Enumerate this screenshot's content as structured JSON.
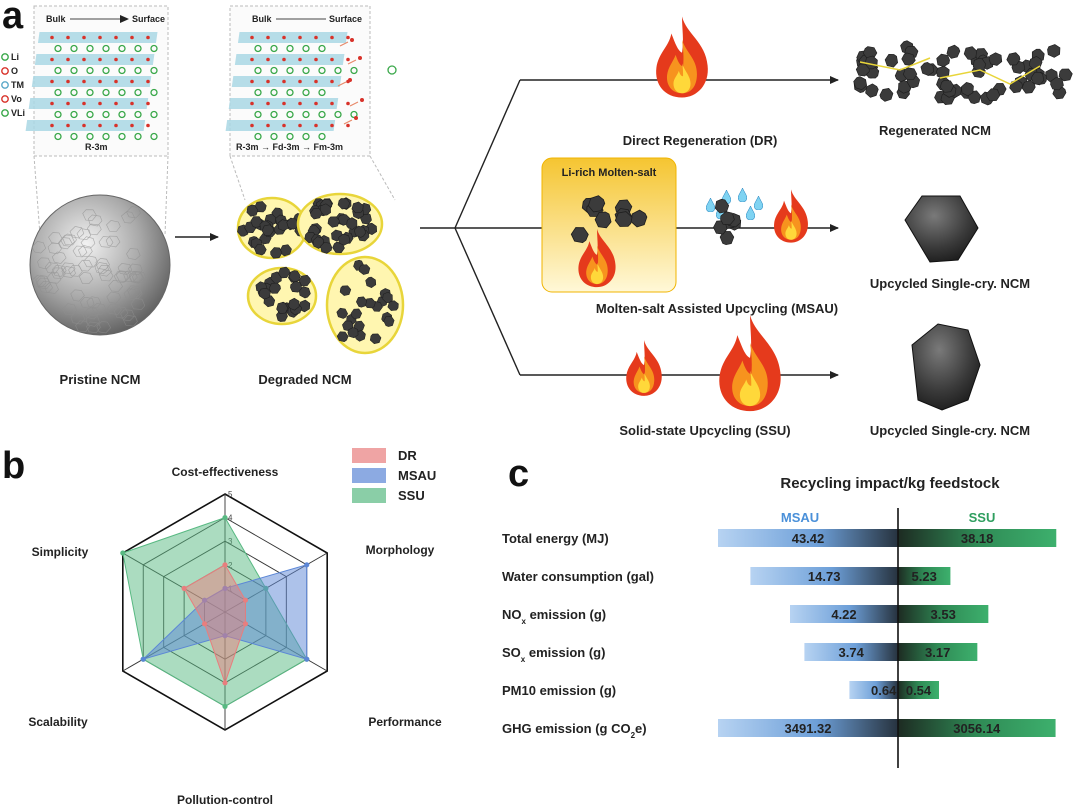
{
  "panels": {
    "a": "a",
    "b": "b",
    "c": "c"
  },
  "crystal": {
    "left": {
      "bulk": "Bulk",
      "surface": "Surface",
      "phase": "R-3m"
    },
    "right": {
      "bulk": "Bulk",
      "surface": "Surface",
      "phase": "R-3m → Fd-3m → Fm-3m"
    }
  },
  "legend_atoms": [
    {
      "symbol": "Li",
      "color": "#3aa84a"
    },
    {
      "symbol": "O",
      "color": "#d8322a"
    },
    {
      "symbol": "TM",
      "color": "#5aa8c8"
    },
    {
      "symbol": "Vo",
      "color": "#d8322a"
    },
    {
      "symbol": "VLi",
      "color": "#3aa84a"
    }
  ],
  "flow": {
    "pristine": "Pristine NCM",
    "degraded": "Degraded NCM",
    "dr_label": "Direct Regeneration (DR)",
    "dr_product": "Regenerated NCM",
    "molten_box": "Li-rich Molten-salt",
    "msau_label": "Molten-salt Assisted Upcycling (MSAU)",
    "msau_product": "Upcycled Single-cry. NCM",
    "ssu_label": "Solid-state Upcycling (SSU)",
    "ssu_product": "Upcycled Single-cry. NCM"
  },
  "chart_data": [
    {
      "type": "radar",
      "axes": [
        "Cost-effectiveness",
        "Morphology",
        "Performance",
        "Pollution-control",
        "Scalability",
        "Simplicity"
      ],
      "range": [
        0,
        5
      ],
      "ticks": [
        "1",
        "2",
        "3",
        "4",
        "5"
      ],
      "legend": [
        "DR",
        "MSAU",
        "SSU"
      ],
      "series": [
        {
          "name": "DR",
          "color": "#e87e7e",
          "values": [
            2,
            1,
            1,
            3,
            1,
            2
          ]
        },
        {
          "name": "MSAU",
          "color": "#5b86d6",
          "values": [
            1,
            4,
            4,
            1,
            4,
            1
          ]
        },
        {
          "name": "SSU",
          "color": "#58b982",
          "values": [
            4,
            2,
            4,
            4,
            4,
            5
          ]
        }
      ]
    },
    {
      "type": "bar",
      "title": "Recycling impact/kg feedstock",
      "series_names": [
        "MSAU",
        "SSU"
      ],
      "series_colors": {
        "MSAU": "#4a90d9",
        "SSU": "#2e9e5e"
      },
      "categories": [
        {
          "label": "Total energy (MJ)",
          "pre": "Total energy (MJ)",
          "sub": "",
          "post": "",
          "msau": 43.42,
          "ssu": 38.18,
          "msau_text": "43.42",
          "ssu_text": "38.18"
        },
        {
          "label": "Water consumption (gal)",
          "pre": "Water consumption (gal)",
          "sub": "",
          "post": "",
          "msau": 14.73,
          "ssu": 5.23,
          "msau_text": "14.73",
          "ssu_text": "5.23"
        },
        {
          "label": "NOx emission (g)",
          "pre": "NO",
          "sub": "x",
          "post": " emission (g)",
          "msau": 4.22,
          "ssu": 3.53,
          "msau_text": "4.22",
          "ssu_text": "3.53"
        },
        {
          "label": "SOx emission (g)",
          "pre": "SO",
          "sub": "x",
          "post": " emission (g)",
          "msau": 3.74,
          "ssu": 3.17,
          "msau_text": "3.74",
          "ssu_text": "3.17"
        },
        {
          "label": "PM10 emission (g)",
          "pre": "PM10 emission (g)",
          "sub": "",
          "post": "",
          "msau": 0.64,
          "ssu": 0.54,
          "msau_text": "0.64",
          "ssu_text": "0.54"
        },
        {
          "label": "GHG emission (g CO2e)",
          "pre": "GHG emission (g CO",
          "sub": "2",
          "post": "e)",
          "msau": 3491.32,
          "ssu": 3056.14,
          "msau_text": "3491.32",
          "ssu_text": "3056.14"
        }
      ]
    }
  ]
}
